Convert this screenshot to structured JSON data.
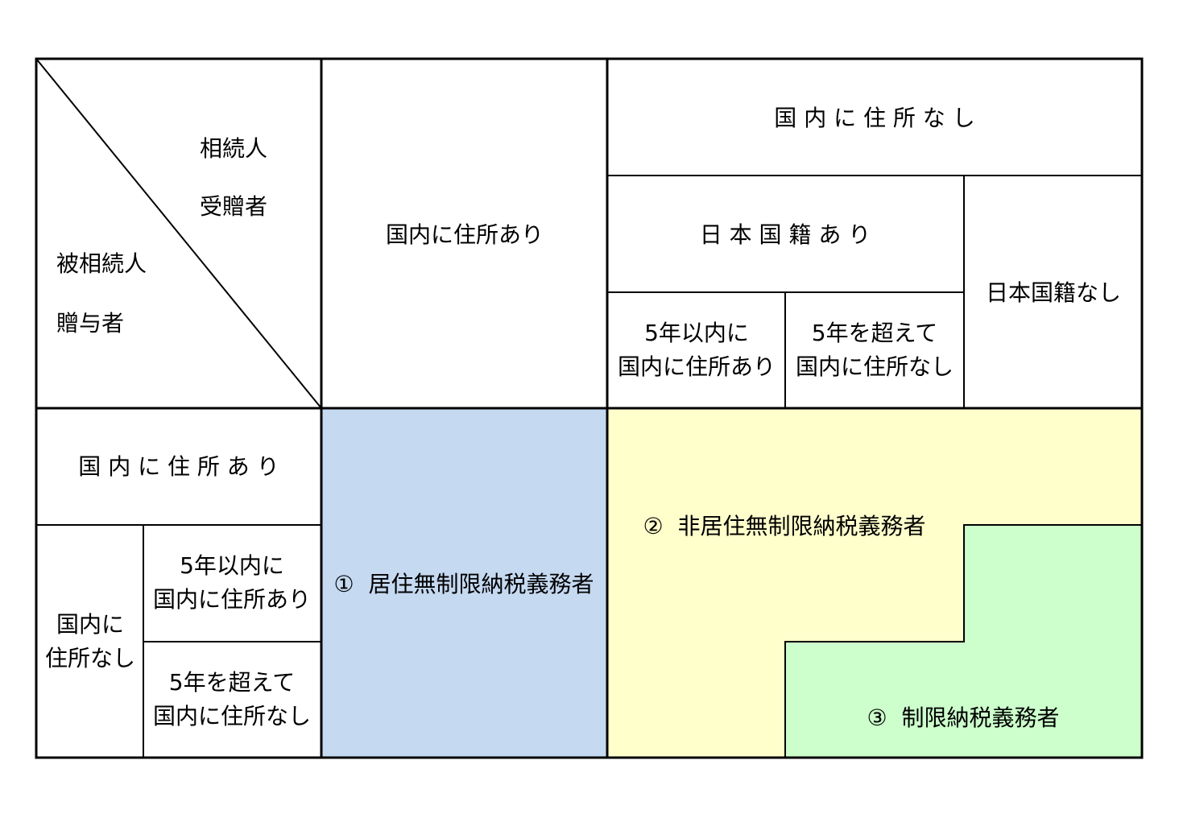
{
  "colors": {
    "resident": "#c5d9f1",
    "non_resident": "#ffffcc",
    "limited": "#ccffcc",
    "line": "#000000"
  },
  "corner": {
    "heir_label": "相続人",
    "donee_label": "受贈者",
    "decedent_label": "被相続人",
    "donor_label": "贈与者"
  },
  "column_headers": {
    "domestic_address": "国内に住所あり",
    "no_domestic_address": "国 内 に 住 所 な し",
    "japanese_nationality": "日 本 国 籍 あ り",
    "no_japanese_nationality": "日本国籍なし",
    "within_5_years": [
      "5年以内に",
      "国内に住所あり"
    ],
    "over_5_years": [
      "5年を超えて",
      "国内に住所なし"
    ]
  },
  "row_headers": {
    "domestic_address": "国 内 に 住 所 あ り",
    "no_domestic_address": [
      "国内に",
      "住所なし"
    ],
    "within_5_years": [
      "5年以内に",
      "国内に住所あり"
    ],
    "over_5_years": [
      "5年を超えて",
      "国内に住所なし"
    ]
  },
  "categories": {
    "resident_unlimited": "①  居住無制限納税義務者",
    "non_resident_unlimited": "②  非居住無制限納税義務者",
    "limited": "③  制限納税義務者"
  }
}
